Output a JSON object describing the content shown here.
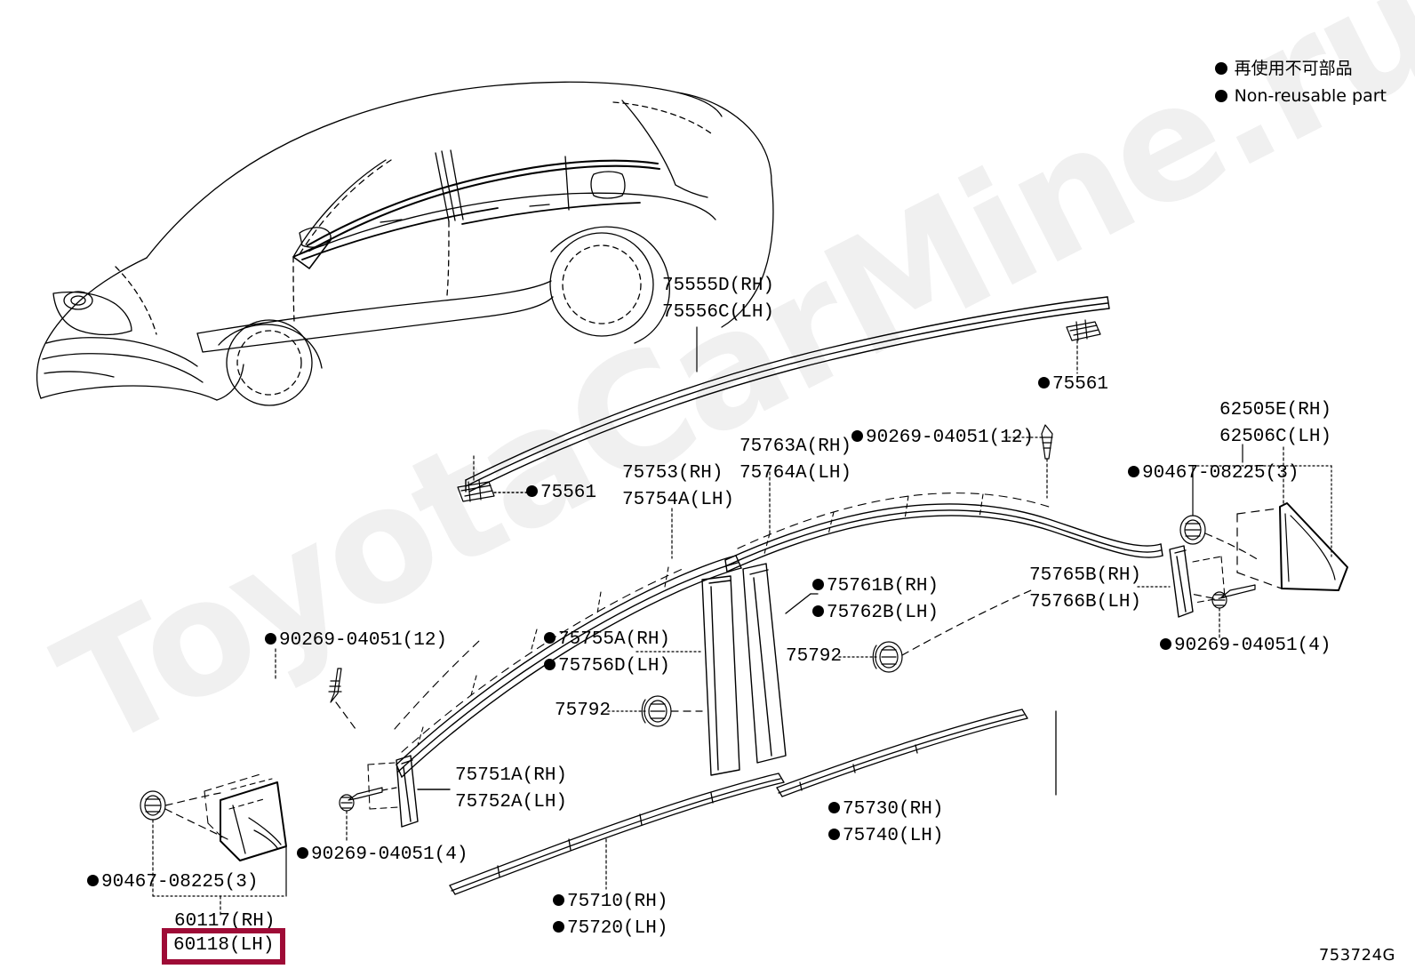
{
  "legend": {
    "japanese": "再使用不可部品",
    "english": "Non-reusable part",
    "bullet_color": "#000000"
  },
  "watermark": {
    "text": "ToyotaCarMine.ru",
    "color": "#f0f0f0"
  },
  "diagram": {
    "id": "753724G",
    "highlight_color": "#9e0b36",
    "vehicle": "sedan-body-outline"
  },
  "highlighted_part": {
    "label": "60118(LH)"
  },
  "labels": [
    {
      "id": "roof-drip-moulding",
      "name": "label-75555D",
      "bullet": false,
      "lines": [
        "75555D(RH)",
        "75556C(LH)"
      ]
    },
    {
      "id": "clip-75561-right",
      "name": "label-75561-right",
      "bullet": true,
      "lines": [
        "75561"
      ]
    },
    {
      "id": "clip-75561-left",
      "name": "label-75561-left",
      "bullet": true,
      "lines": [
        "75561"
      ]
    },
    {
      "id": "screw-90269-center",
      "name": "label-90269-12-center",
      "bullet": true,
      "lines": [
        "90269-04051(12)"
      ]
    },
    {
      "id": "screw-90269-left",
      "name": "label-90269-12-left",
      "bullet": true,
      "lines": [
        "90269-04051(12)"
      ]
    },
    {
      "id": "screw-90269-right",
      "name": "label-90269-4-right",
      "bullet": true,
      "lines": [
        "90269-04051(4)"
      ]
    },
    {
      "id": "screw-90269-bottomleft",
      "name": "label-90269-4-bottomleft",
      "bullet": true,
      "lines": [
        "90269-04051(4)"
      ]
    },
    {
      "id": "nut-90467-right",
      "name": "label-90467-right",
      "bullet": true,
      "lines": [
        "90467-08225(3)"
      ]
    },
    {
      "id": "nut-90467-left",
      "name": "label-90467-left",
      "bullet": true,
      "lines": [
        "90467-08225(3)"
      ]
    },
    {
      "id": "quarter-window-glass",
      "name": "label-62505E",
      "bullet": false,
      "lines": [
        "62505E(RH)",
        "62506C(LH)"
      ]
    },
    {
      "id": "front-door-belt-moulding",
      "name": "label-75753",
      "bullet": false,
      "lines": [
        "75753(RH)",
        "75754A(LH)"
      ]
    },
    {
      "id": "rear-door-belt-moulding",
      "name": "label-75763A",
      "bullet": false,
      "lines": [
        "75763A(RH)",
        "75764A(LH)"
      ]
    },
    {
      "id": "front-door-pillar-garnish",
      "name": "label-75755A",
      "bullet": true,
      "lines": [
        "75755A(RH)",
        "75756D(LH)"
      ]
    },
    {
      "id": "rear-door-pillar-garnish",
      "name": "label-75761B",
      "bullet": true,
      "lines": [
        "75761B(RH)",
        "75762B(LH)"
      ]
    },
    {
      "id": "rear-door-rear-garnish",
      "name": "label-75765B",
      "bullet": false,
      "lines": [
        "75765B(RH)",
        "75766B(LH)"
      ]
    },
    {
      "id": "front-corner-garnish",
      "name": "label-75751A",
      "bullet": false,
      "lines": [
        "75751A(RH)",
        "75752A(LH)"
      ]
    },
    {
      "id": "clip-75792-upper",
      "name": "label-75792-upper",
      "bullet": false,
      "lines": [
        "75792"
      ]
    },
    {
      "id": "clip-75792-lower",
      "name": "label-75792-lower",
      "bullet": false,
      "lines": [
        "75792"
      ]
    },
    {
      "id": "rear-door-outside-moulding",
      "name": "label-75730",
      "bullet": true,
      "lines": [
        "75730(RH)",
        "75740(LH)"
      ]
    },
    {
      "id": "front-door-outside-moulding",
      "name": "label-75710",
      "bullet": true,
      "lines": [
        "75710(RH)",
        "75720(LH)"
      ]
    },
    {
      "id": "mirror-cover-rh",
      "name": "label-60117",
      "bullet": false,
      "lines": [
        "60117(RH)"
      ]
    }
  ]
}
